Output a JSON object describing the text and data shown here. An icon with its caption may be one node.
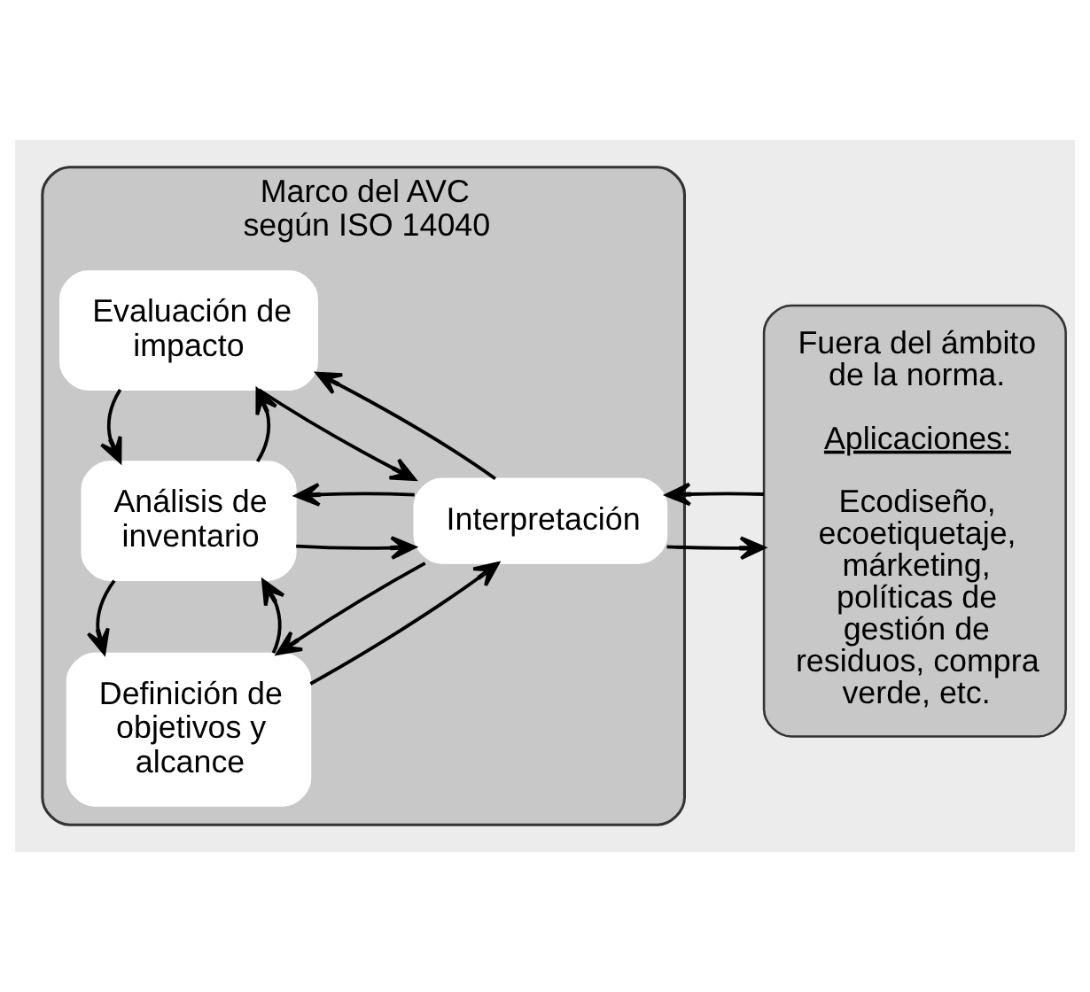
{
  "diagram": {
    "nodes": [
      {
        "text": [
          "Marco del AVC según ISO 14040"
        ]
      },
      {
        "text": [
          "Definición de objetivos y alcance"
        ],
        "in": 0
      },
      {
        "text": [
          "Análisis de inventario"
        ],
        "in": 0
      },
      {
        "text": [
          "Evaluación de impacto"
        ],
        "in": 0
      },
      {
        "text": [
          "Interpretación"
        ],
        "in": 0
      },
      {
        "text": [
          "Fuera del ámbito de la norma.",
          "Aplicaciones:",
          "Ecodiseño, ecoetiquetaje, márketing, políticas de gestión de residuos, compra verde, etc."
        ]
      }
    ],
    "edges": [
      {
        "from": 1,
        "to": 4,
        "arrow": "to"
      },
      {
        "from": 4,
        "to": 1,
        "arrow": "to"
      },
      {
        "from": 1,
        "to": 2,
        "arrow": "to"
      },
      {
        "from": 2,
        "to": 1,
        "arrow": "to"
      },
      {
        "from": 2,
        "to": 4,
        "arrow": "to"
      },
      {
        "from": 4,
        "to": 2,
        "arrow": "to"
      },
      {
        "from": 2,
        "to": 3,
        "arrow": "to"
      },
      {
        "from": 3,
        "to": 2,
        "arrow": "to"
      },
      {
        "from": 3,
        "to": 4,
        "arrow": "to"
      },
      {
        "from": 4,
        "to": 3,
        "arrow": "to"
      },
      {
        "from": 4,
        "to": 5,
        "arrow": "to"
      },
      {
        "from": 5,
        "to": 4,
        "arrow": "to"
      }
    ]
  }
}
